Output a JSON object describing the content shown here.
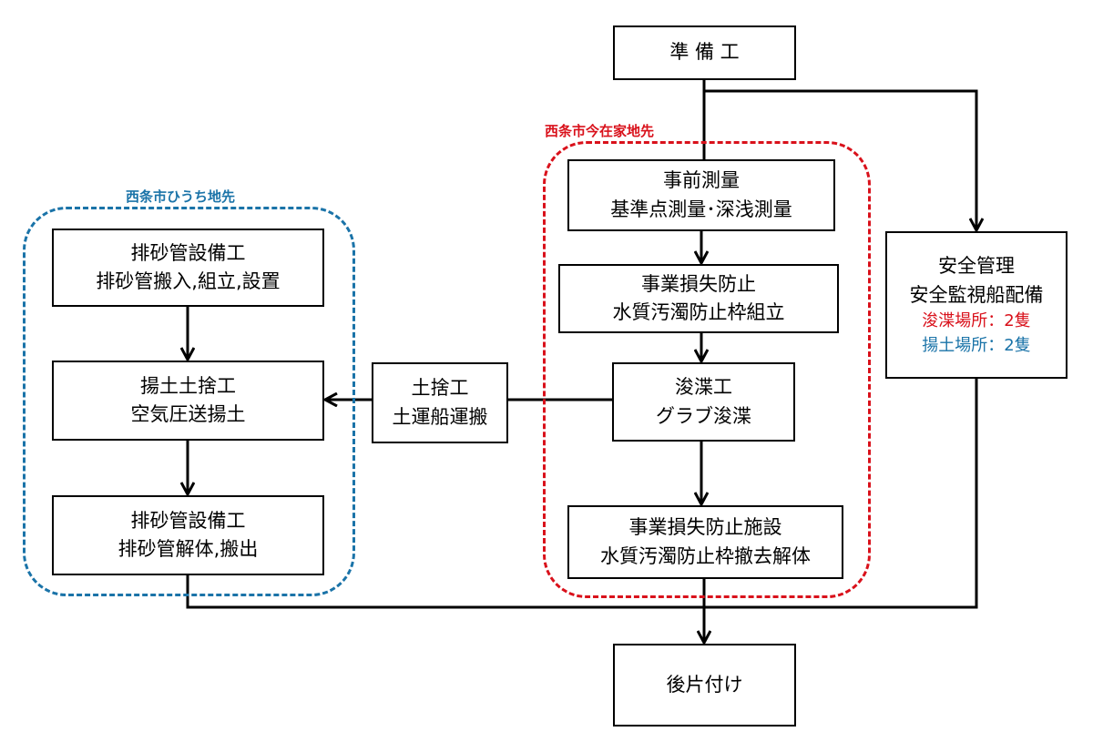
{
  "groups": {
    "imazaike": {
      "label": "西条市今在家地先",
      "color": "#d9111b"
    },
    "hiuchi": {
      "label": "西条市ひうち地先",
      "color": "#1a73a8"
    }
  },
  "nodes": {
    "junbi": {
      "lines": [
        "準 備 工"
      ]
    },
    "sokuryo": {
      "lines": [
        "事前測量",
        "基準点測量･深浅測量"
      ]
    },
    "sonshitsu": {
      "lines": [
        "事業損失防止",
        "水質汚濁防止枠組立"
      ]
    },
    "shunsetsu": {
      "lines": [
        "浚渫工",
        "グラブ浚渫"
      ]
    },
    "tesshu": {
      "lines": [
        "事業損失防止施設",
        "水質汚濁防止枠撤去解体"
      ]
    },
    "dosute": {
      "lines": [
        "土捨工",
        "土運船運搬"
      ]
    },
    "haisa_setchi": {
      "lines": [
        "排砂管設備工",
        "排砂管搬入,組立,設置"
      ]
    },
    "ageto": {
      "lines": [
        "揚土土捨工",
        "空気圧送揚土"
      ]
    },
    "haisa_kaitai": {
      "lines": [
        "排砂管設備工",
        "排砂管解体,搬出"
      ]
    },
    "anzen": {
      "lines": [
        "安全管理",
        "安全監視船配備"
      ],
      "note_red": "浚渫場所：2隻",
      "note_blue": "揚土場所：2隻"
    },
    "atokatazuke": {
      "lines": [
        "後片付け"
      ]
    }
  }
}
